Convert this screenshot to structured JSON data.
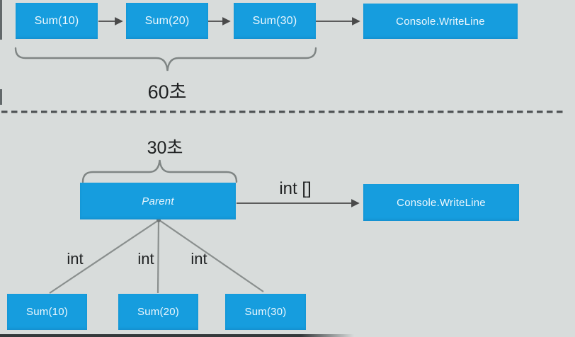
{
  "colors": {
    "background": "#d8dcdb",
    "box_blue": "#169dde",
    "box_text": "#ecf7fd",
    "arrow_line": "#4a4a4a",
    "brace_gray": "#7f8584",
    "fan_line": "#8a8f8e",
    "label_text": "#1e2021"
  },
  "top_flow": {
    "boxes": [
      {
        "label": "Sum(10)"
      },
      {
        "label": "Sum(20)"
      },
      {
        "label": "Sum(30)"
      },
      {
        "label": "Console.WriteLine"
      }
    ],
    "brace_label": "60초"
  },
  "bottom_flow": {
    "brace_label": "30초",
    "parent_box": {
      "label": "Parent"
    },
    "console_box": {
      "label": "Console.WriteLine"
    },
    "return_label": "int []",
    "child_edge_labels": [
      "int",
      "int",
      "int"
    ],
    "child_boxes": [
      {
        "label": "Sum(10)"
      },
      {
        "label": "Sum(20)"
      },
      {
        "label": "Sum(30)"
      }
    ]
  }
}
